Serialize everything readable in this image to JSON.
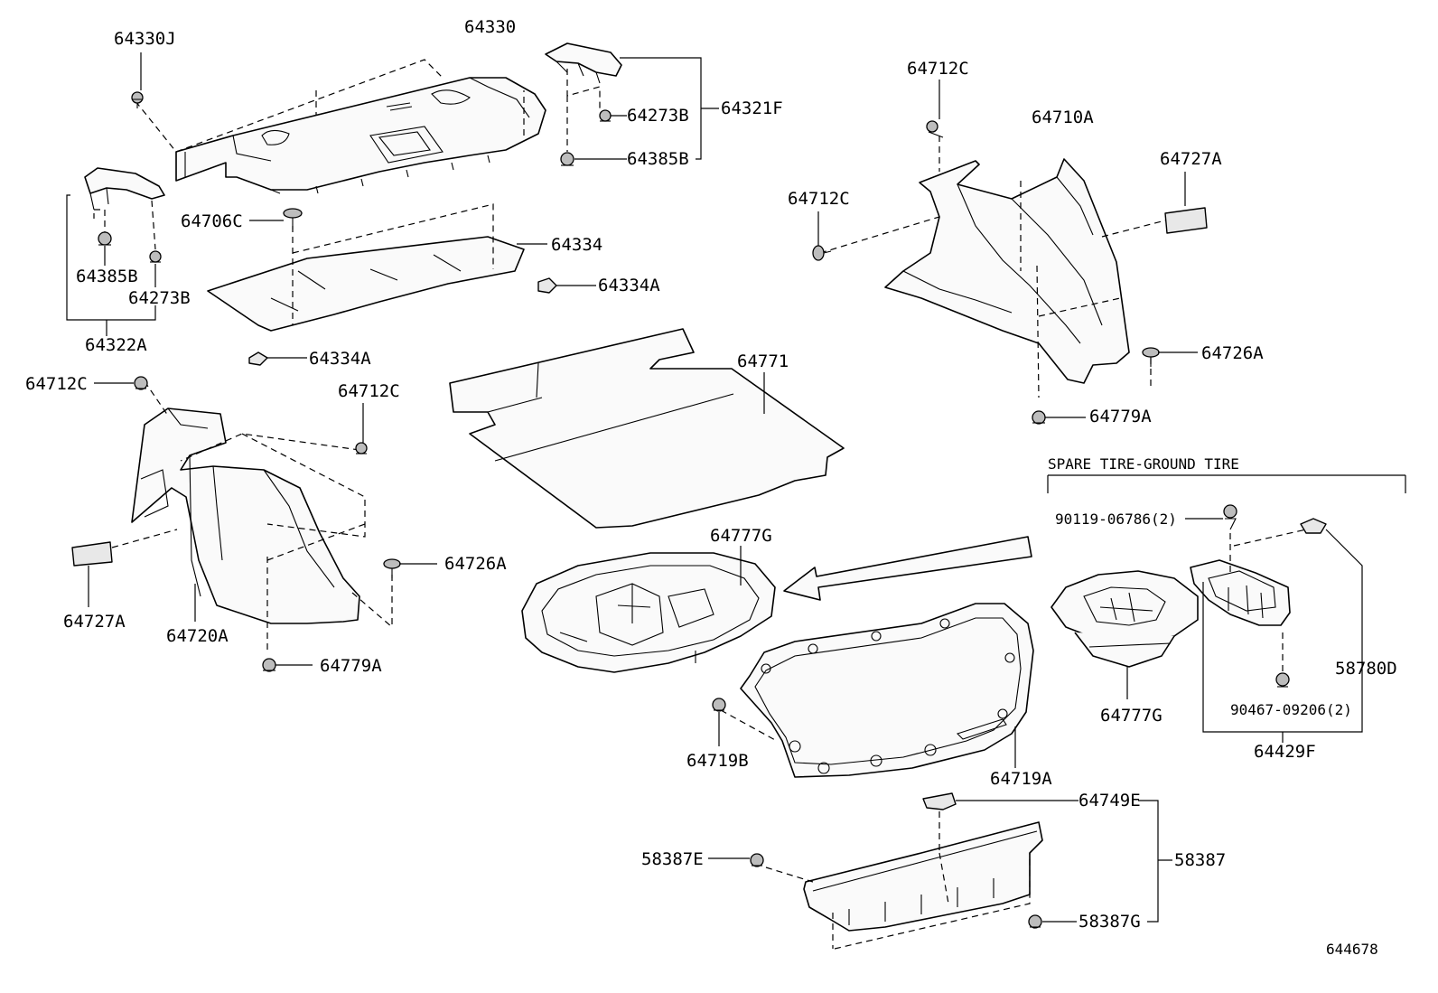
{
  "diagram": {
    "section_heading": "SPARE TIRE-GROUND TIRE",
    "illustration_number": "644678",
    "labels": {
      "l64330J": "64330J",
      "l64330": "64330",
      "l64273B_top": "64273B",
      "l64321F": "64321F",
      "l64385B_top": "64385B",
      "l64712C_tr": "64712C",
      "l64710A": "64710A",
      "l64727A_r": "64727A",
      "l64712C_mid": "64712C",
      "l64706C": "64706C",
      "l64334": "64334",
      "l64334A_r": "64334A",
      "l64385B_l": "64385B",
      "l64273B_l": "64273B",
      "l64322A": "64322A",
      "l64334A_l": "64334A",
      "l64726A_r": "64726A",
      "l64771": "64771",
      "l64712C_l": "64712C",
      "l64712C_c": "64712C",
      "l64779A_r": "64779A",
      "l64726A_l": "64726A",
      "l64727A_l": "64727A",
      "l64720A": "64720A",
      "l64779A_l": "64779A",
      "l64777G_c": "64777G",
      "l90119": "90119-06786(2)",
      "l58780D": "58780D",
      "l90467": "90467-09206(2)",
      "l64777G_r": "64777G",
      "l64429F": "64429F",
      "l64719B": "64719B",
      "l64719A": "64719A",
      "l64749E": "64749E",
      "l58387E": "58387E",
      "l58387": "58387",
      "l58387G": "58387G"
    }
  }
}
